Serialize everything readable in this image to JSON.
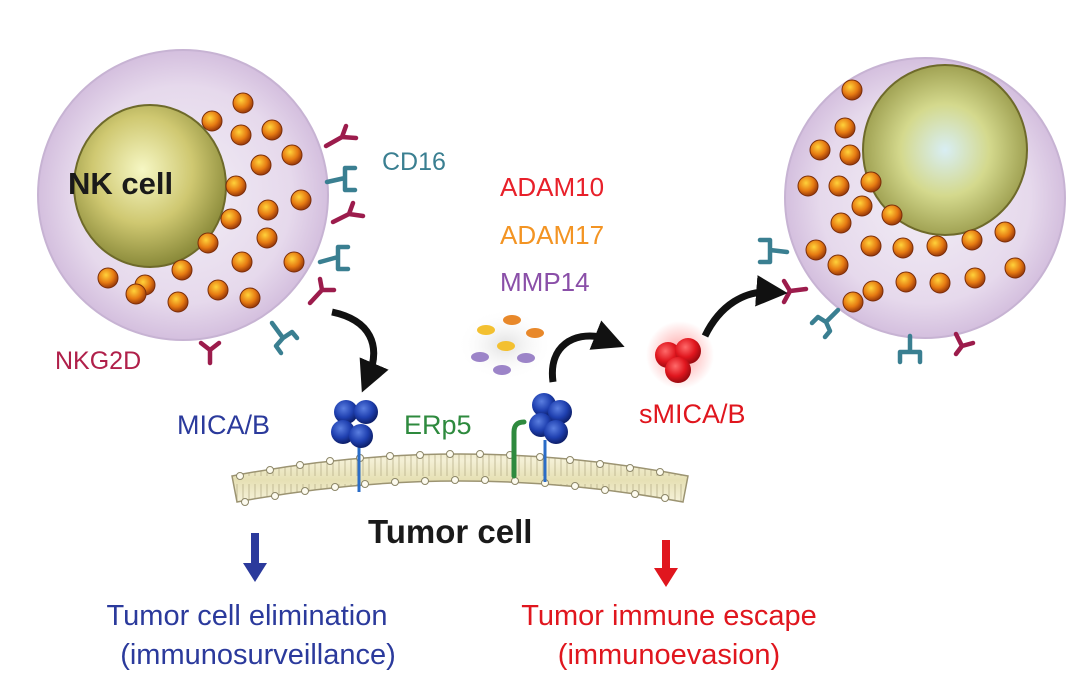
{
  "labels": {
    "nk_cell": "NK cell",
    "cd16": "CD16",
    "nkg2d": "NKG2D",
    "adam10": "ADAM10",
    "adam17": "ADAM17",
    "mmp14": "MMP14",
    "mica_b": "MICA/B",
    "erp5": "ERp5",
    "smica_b": "sMICA/B",
    "tumor_cell": "Tumor cell",
    "outcome_left_line1": "Tumor cell elimination",
    "outcome_left_line2": "(immunosurveillance)",
    "outcome_right_line1": "Tumor immune escape",
    "outcome_right_line2": "(immunoevasion)"
  },
  "colors": {
    "cd16": "#3a7f91",
    "nkg2d": "#b0204a",
    "adam10": "#e8202a",
    "adam17": "#f39423",
    "mmp14": "#8a4fa8",
    "mica_b": "#2b3a9c",
    "erp5": "#2e8a3e",
    "smica_b": "#e0161e",
    "outcome_left": "#2b3a9c",
    "outcome_right": "#e0161e",
    "text_dark": "#1a1a1a"
  }
}
